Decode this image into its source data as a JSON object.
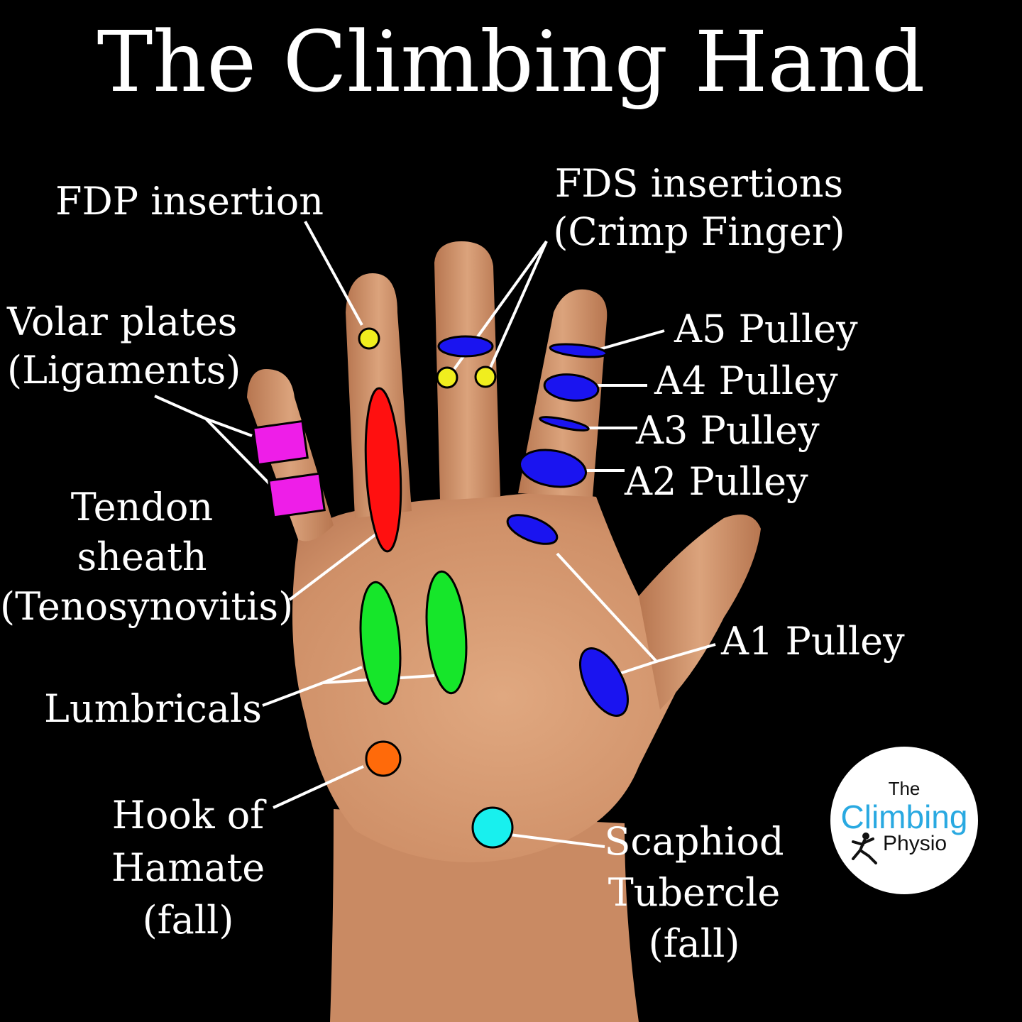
{
  "title": "The Climbing Hand",
  "labels": {
    "fdp_insertion": "FDP insertion",
    "fds_insertions": [
      "FDS insertions",
      "(Crimp Finger)"
    ],
    "volar_plates": [
      "Volar plates",
      "(Ligaments)"
    ],
    "tendon_sheath": [
      "Tendon",
      "sheath",
      "(Tenosynovitis)"
    ],
    "lumbricals": "Lumbricals",
    "hook_of_hamate": [
      "Hook of",
      "Hamate",
      "(fall)"
    ],
    "a5_pulley": "A5 Pulley",
    "a4_pulley": "A4 Pulley",
    "a3_pulley": "A3 Pulley",
    "a2_pulley": "A2 Pulley",
    "a1_pulley": "A1 Pulley",
    "scaphoid_tubercle": [
      "Scaphiod",
      "Tubercle",
      "(fall)"
    ]
  },
  "logo": {
    "line1": "The",
    "line2": "Climbing",
    "line3": "Physio"
  },
  "colors": {
    "background": "#000000",
    "skin": "#d69a72",
    "pulley": "#1a14f0",
    "insertion": "#f0ee1e",
    "volar_plate": "#ee1ee8",
    "tendon_sheath": "#ff1010",
    "lumbrical": "#16e62a",
    "hook_of_hamate": "#ff6a0a",
    "scaphoid_tubercle": "#18f0ee",
    "logo_accent": "#29a9e1"
  }
}
